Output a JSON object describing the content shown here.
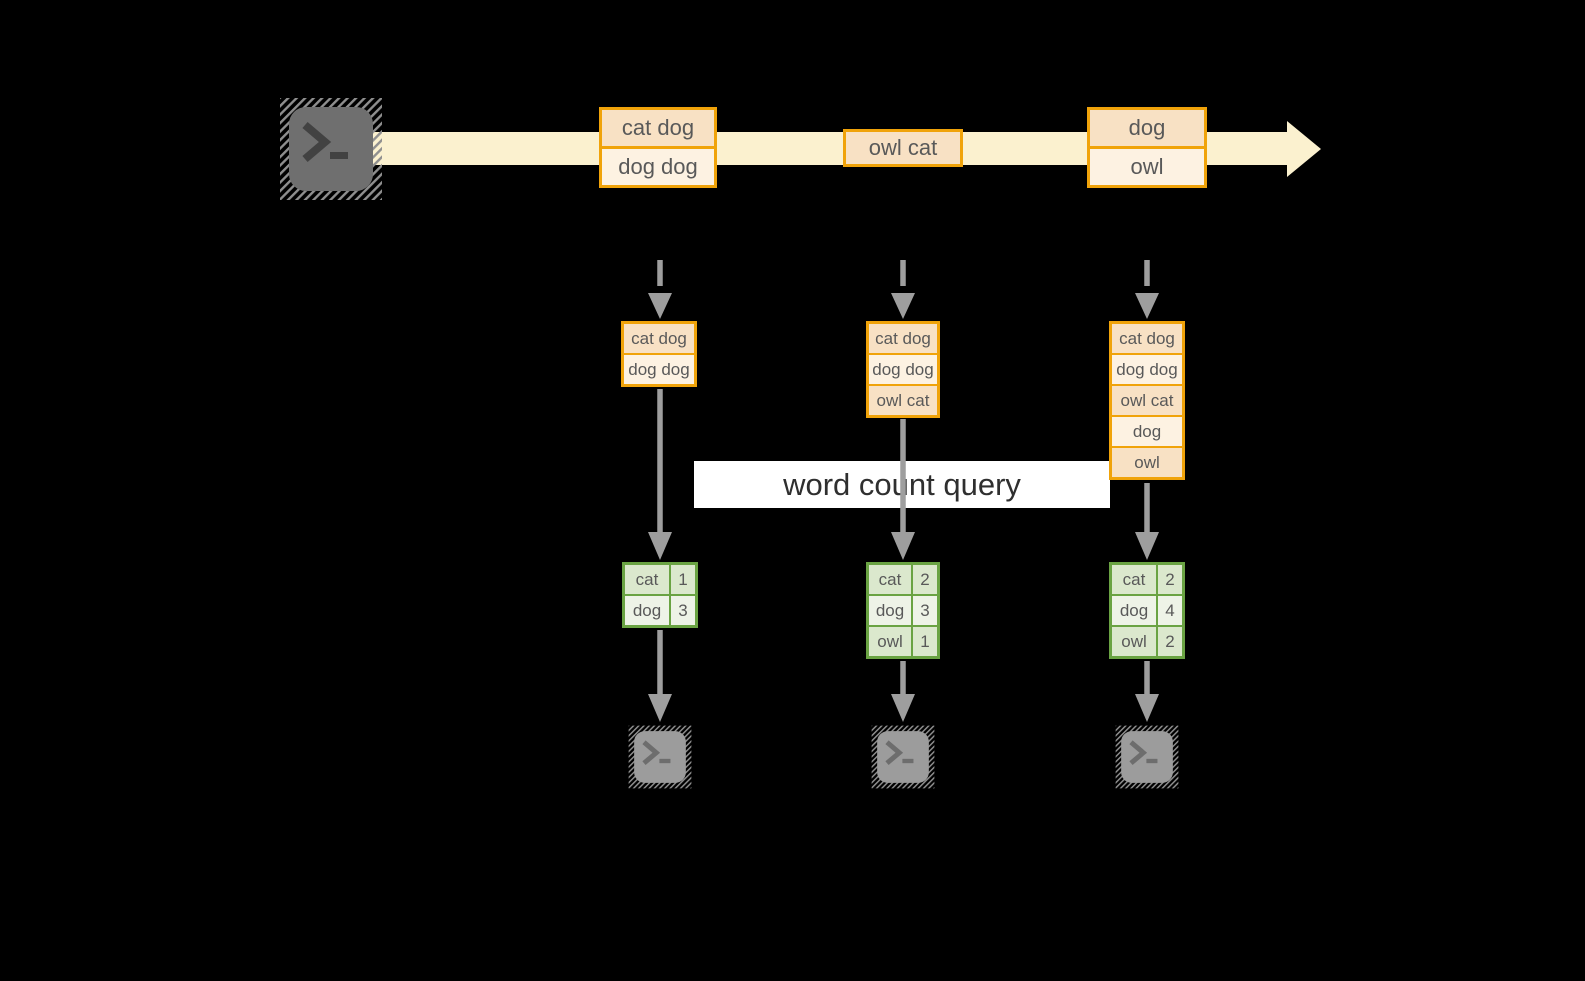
{
  "colors": {
    "band": "#fbf1cf",
    "amber": "#f0a30a",
    "peach": "#f8e1c4",
    "cream": "#fdf2e2",
    "green": "#6aa343",
    "greena": "#dbe8cd",
    "greenb": "#eef3e7",
    "arrow": "#9e9e9e",
    "boxtext": "#595959",
    "labelbg": "#ffffff",
    "labeltext": "#2f2f2f"
  },
  "diagram": {
    "query_label": "word count query",
    "batches": [
      {
        "rows": [
          "cat dog",
          "dog dog"
        ]
      },
      {
        "rows": [
          "owl cat"
        ]
      },
      {
        "rows": [
          "dog",
          "owl"
        ]
      }
    ],
    "states": [
      {
        "rows": [
          "cat dog",
          "dog dog"
        ]
      },
      {
        "rows": [
          "cat dog",
          "dog dog",
          "owl cat"
        ]
      },
      {
        "rows": [
          "cat dog",
          "dog dog",
          "owl cat",
          "dog",
          "owl"
        ]
      }
    ],
    "counts": [
      {
        "rows": [
          {
            "word": "cat",
            "count": "1"
          },
          {
            "word": "dog",
            "count": "3"
          }
        ]
      },
      {
        "rows": [
          {
            "word": "cat",
            "count": "2"
          },
          {
            "word": "dog",
            "count": "3"
          },
          {
            "word": "owl",
            "count": "1"
          }
        ]
      },
      {
        "rows": [
          {
            "word": "cat",
            "count": "2"
          },
          {
            "word": "dog",
            "count": "4"
          },
          {
            "word": "owl",
            "count": "2"
          }
        ]
      }
    ]
  }
}
